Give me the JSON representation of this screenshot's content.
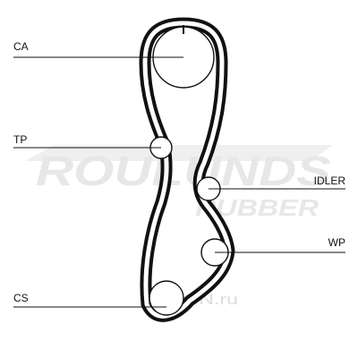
{
  "watermark": {
    "brand_top": "ROULUNDS",
    "brand_bottom": "RUBBER",
    "site_stamp": "OZON.ru"
  },
  "labels": {
    "ca": "CA",
    "tp": "TP",
    "idler": "IDLER",
    "wp": "WP",
    "cs": "CS"
  }
}
